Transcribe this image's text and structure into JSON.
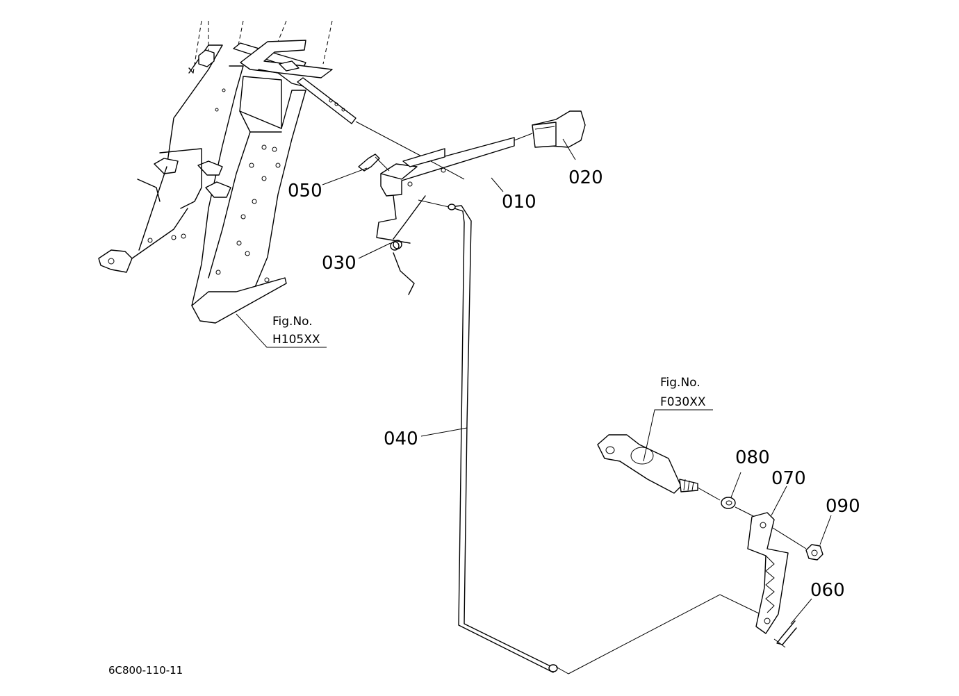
{
  "parts": [
    {
      "id": "010",
      "label": "010"
    },
    {
      "id": "020",
      "label": "020"
    },
    {
      "id": "030",
      "label": "030"
    },
    {
      "id": "040",
      "label": "040"
    },
    {
      "id": "050",
      "label": "050"
    },
    {
      "id": "060",
      "label": "060"
    },
    {
      "id": "070",
      "label": "070"
    },
    {
      "id": "080",
      "label": "080"
    },
    {
      "id": "090",
      "label": "090"
    }
  ],
  "figure_refs": [
    {
      "line1": "Fig.No.",
      "line2": "H105XX"
    },
    {
      "line1": "Fig.No.",
      "line2": "F030XX"
    }
  ],
  "diagram_code": "6C800-110-11"
}
